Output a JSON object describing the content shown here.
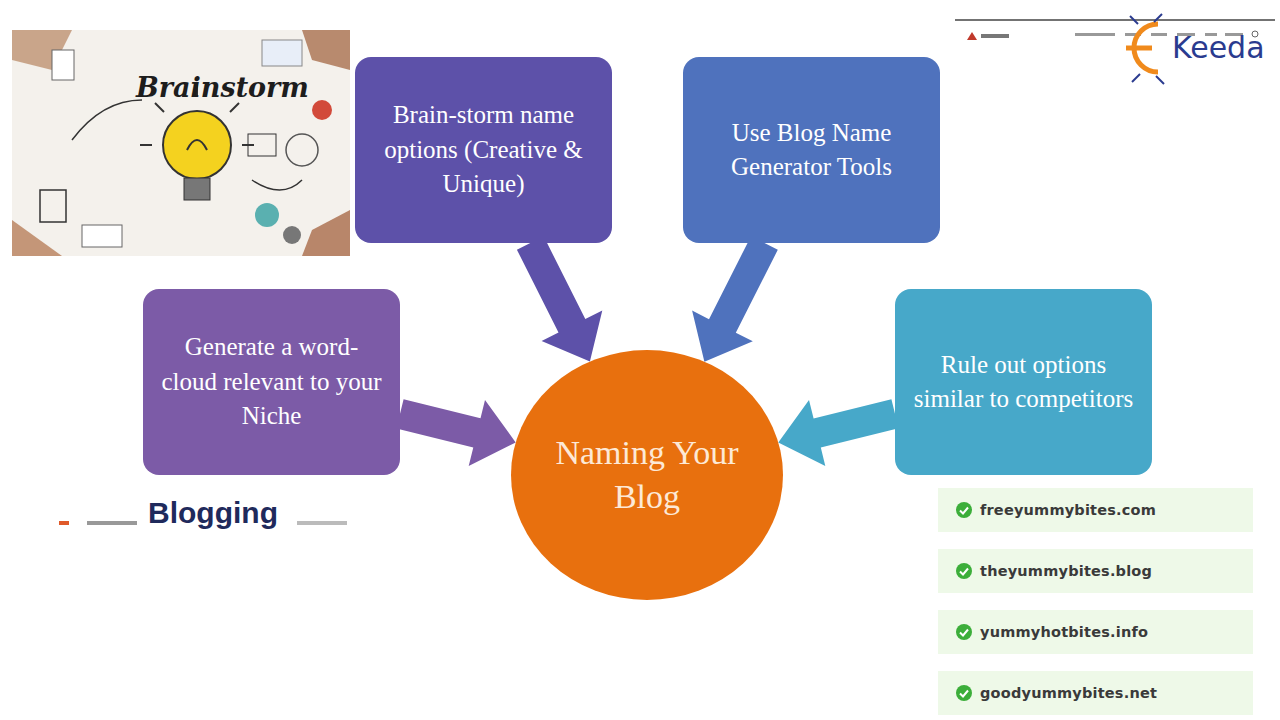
{
  "diagram": {
    "nodes": [
      {
        "text": [
          "Brain-storm name options (Creative & Unique)"
        ]
      },
      {
        "text": [
          "Use Blog Name Generator Tools"
        ]
      },
      {
        "text": [
          "Generate a word-cloud relevant to your Niche"
        ]
      },
      {
        "text": [
          "Rule out options similar to competitors"
        ]
      },
      {
        "text": [
          "Naming Your Blog"
        ]
      },
      {
        "text": [
          "freeyummybites.com"
        ]
      },
      {
        "text": [
          "theyummybites.blog"
        ]
      },
      {
        "text": [
          "yummyhotbites.info"
        ]
      },
      {
        "text": [
          "goodyummybites.net"
        ]
      }
    ],
    "edges": [
      {
        "from": 0,
        "to": 4,
        "arrow": "to"
      },
      {
        "from": 1,
        "to": 4,
        "arrow": "to"
      },
      {
        "from": 2,
        "to": 4,
        "arrow": "to"
      },
      {
        "from": 3,
        "to": 4,
        "arrow": "to"
      }
    ],
    "labels": [
      "Brainstorm",
      "Keeda",
      "Blogging"
    ]
  }
}
